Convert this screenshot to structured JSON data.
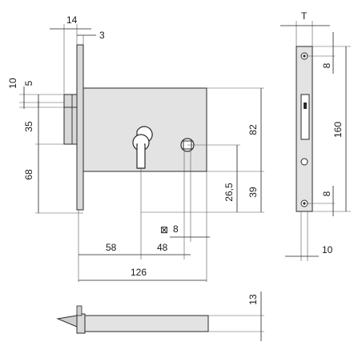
{
  "dimensions": {
    "d14": "14",
    "d3": "3",
    "d10": "10",
    "d5": "5",
    "d35": "35",
    "d68": "68",
    "d82": "82",
    "d26_5": "26,5",
    "d39": "39",
    "d58": "58",
    "d48": "48",
    "d8_square": "8",
    "d126": "126",
    "dT": "T",
    "d8_top": "8",
    "d160": "160",
    "d8_bottom": "8",
    "d10_side": "10",
    "d13": "13"
  },
  "symbols": {
    "square": "⊠"
  },
  "colors": {
    "body": "#e3e3e3",
    "outline": "#2a2a2a"
  }
}
